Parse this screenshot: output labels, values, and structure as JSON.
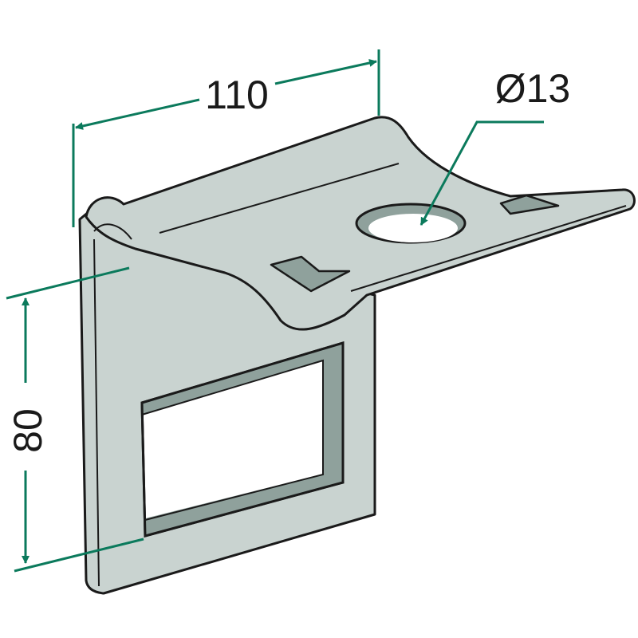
{
  "dimensions": {
    "width_label": "110",
    "hole_label": "Ø13",
    "height_label": "80"
  },
  "colors": {
    "dimension_line": "#0b7a5c",
    "metal": "#c9d3d0",
    "metal_shadow": "#8fa19c",
    "outline": "#1a1a1a"
  }
}
